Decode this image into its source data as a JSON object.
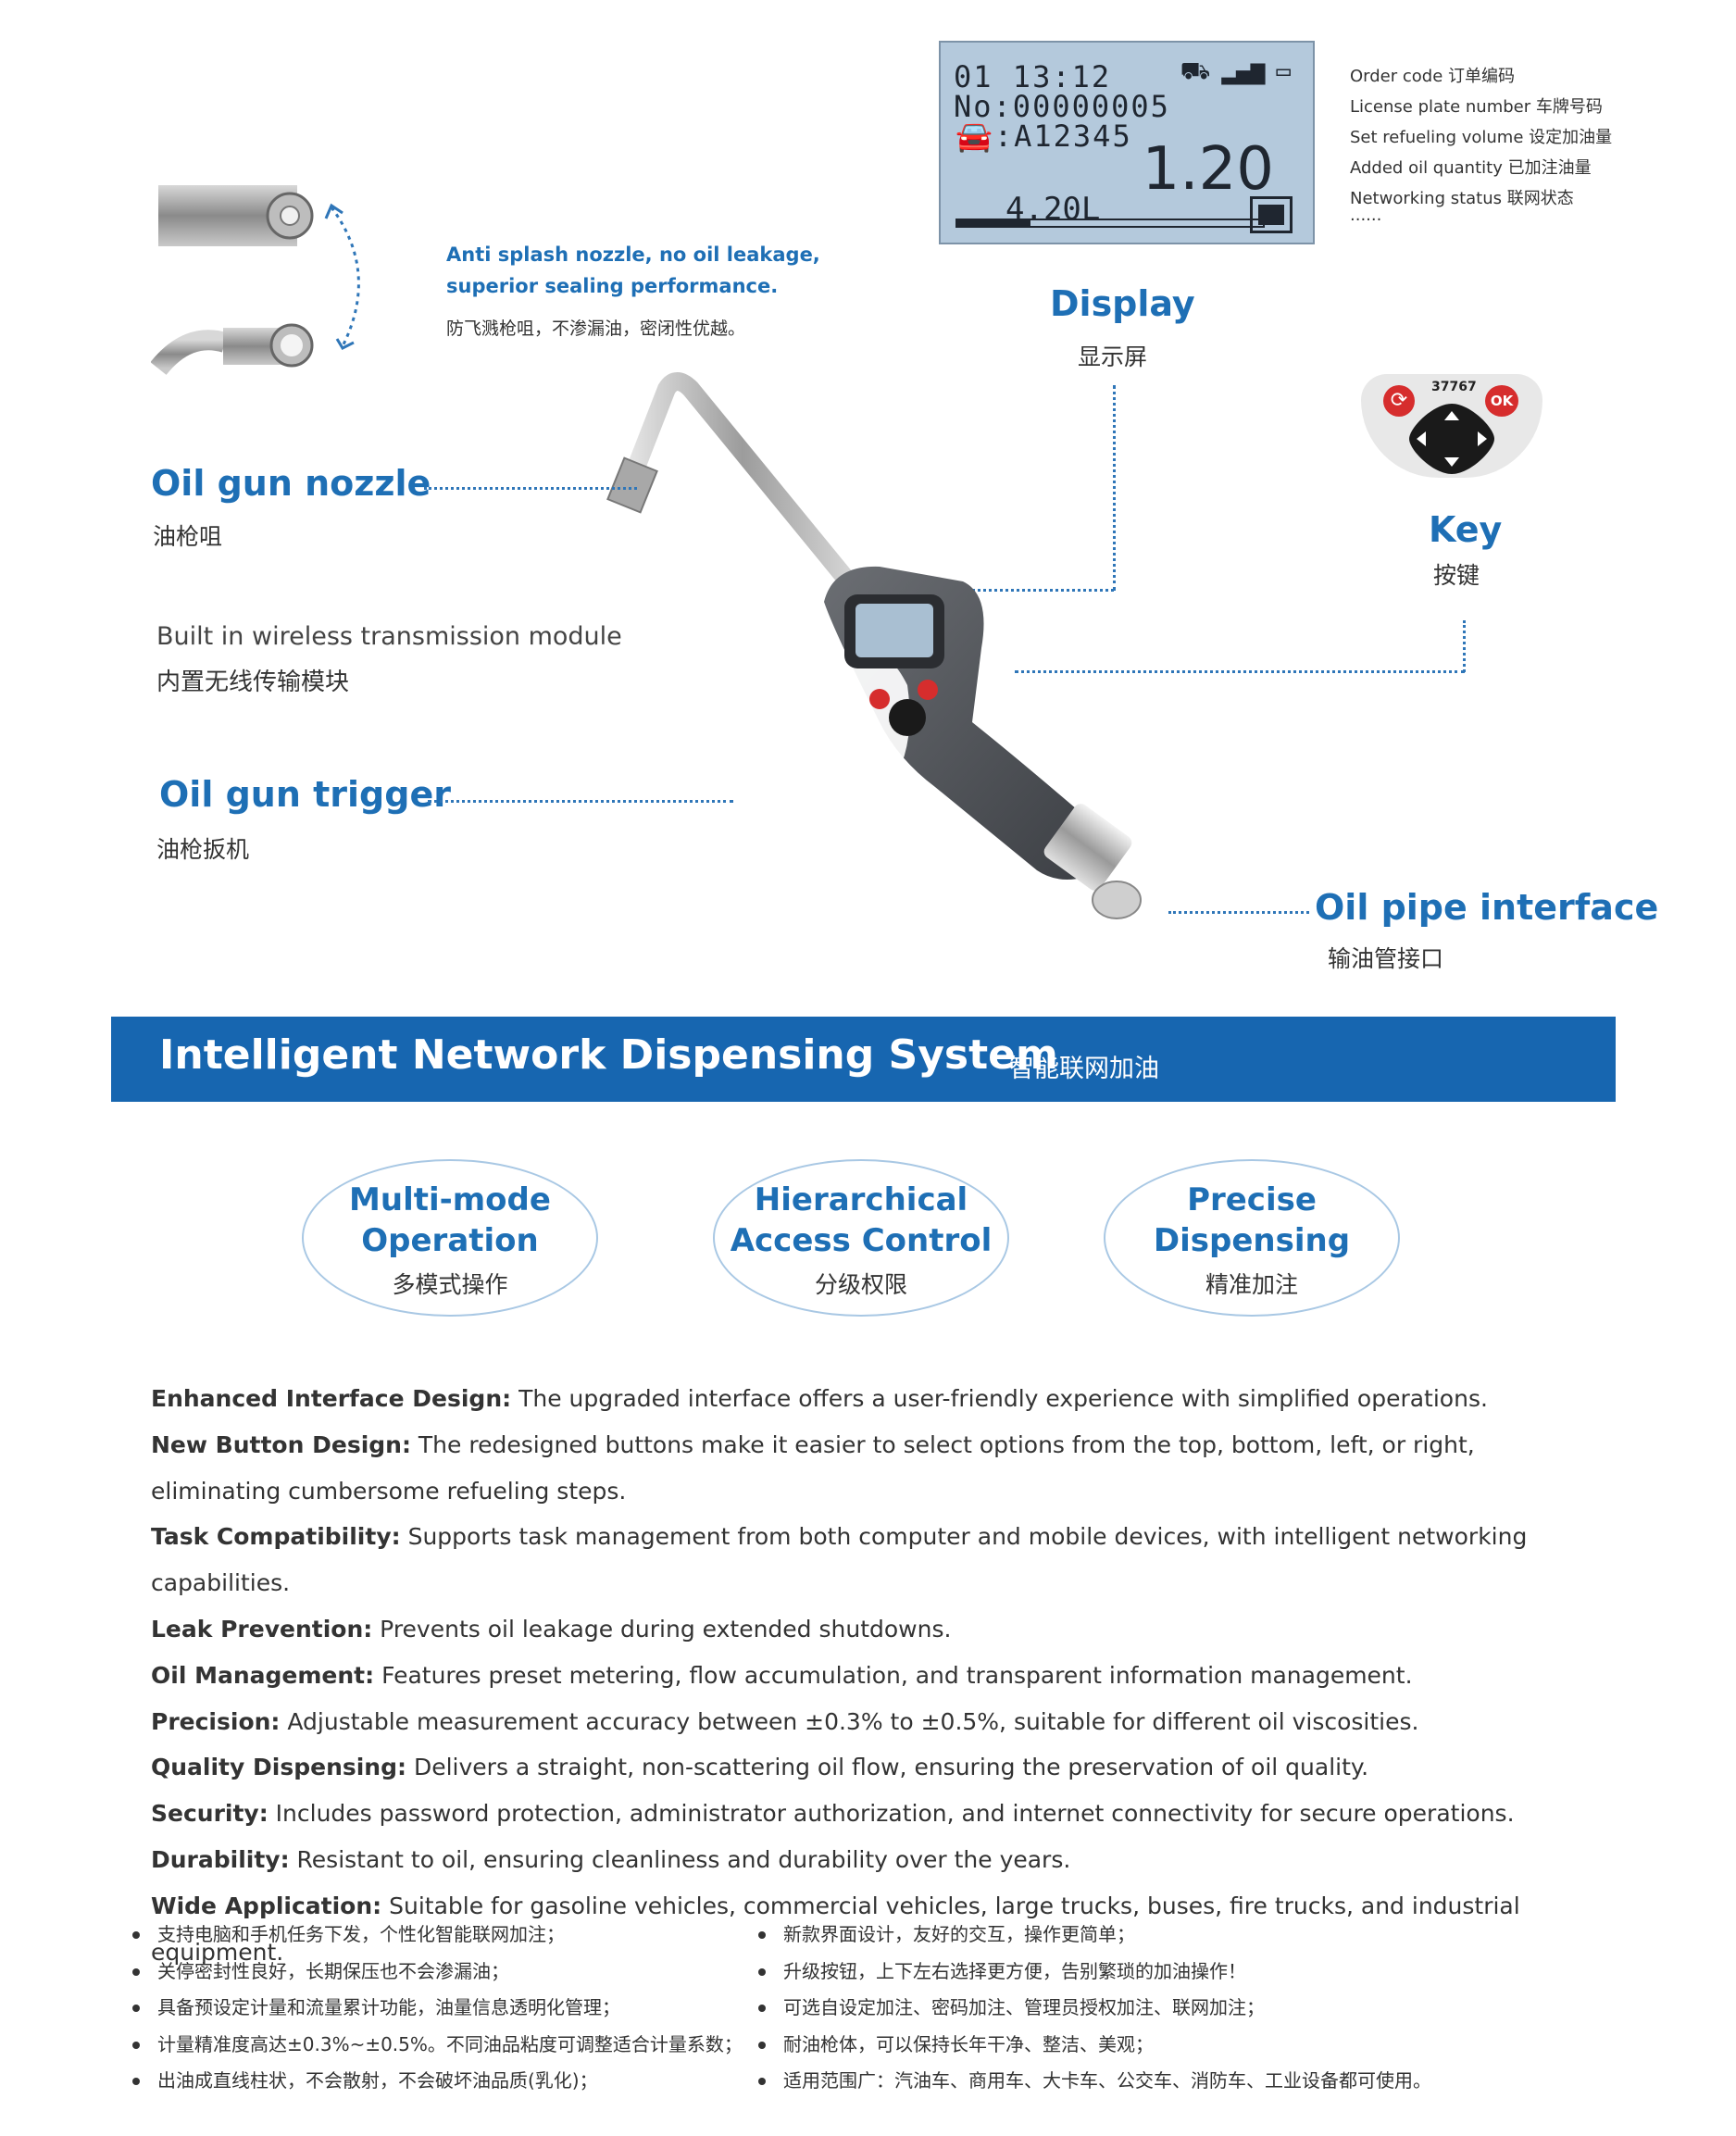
{
  "nozzle_callout": {
    "en_line1": "Anti splash nozzle, no oil leakage,",
    "en_line2": "superior sealing performance.",
    "cn": "防飞溅枪咀，不渗漏油，密闭性优越。"
  },
  "lcd": {
    "line1": "01  13:12",
    "line2": "No:00000005",
    "line3": ":A12345",
    "set_volume": "1.20",
    "added_volume": "4.20L",
    "fill_fraction": 0.24
  },
  "display_info": [
    "Order code  订单编码",
    "License plate number  车牌号码",
    "Set refueling volume  设定加油量",
    "Added oil quantity  已加注油量",
    "Networking status  联网状态",
    "······"
  ],
  "labels": {
    "display_en": "Display",
    "display_cn": "显示屏",
    "key_en": "Key",
    "key_cn": "按键",
    "key_code": "37767",
    "key_ok": "OK",
    "nozzle_en": "Oil gun nozzle",
    "nozzle_cn": "油枪咀",
    "wireless_en": "Built in wireless transmission module",
    "wireless_cn": "内置无线传输模块",
    "trigger_en": "Oil gun trigger",
    "trigger_cn": "油枪扳机",
    "pipe_en": "Oil pipe interface",
    "pipe_cn": "输油管接口"
  },
  "banner": {
    "title": "Intelligent Network Dispensing System",
    "sub": "智能联网加油"
  },
  "modes": [
    {
      "line1": "Multi-mode",
      "line2": "Operation",
      "cn": "多模式操作"
    },
    {
      "line1": "Hierarchical",
      "line2": "Access Control",
      "cn": "分级权限"
    },
    {
      "line1": "Precise",
      "line2": "Dispensing",
      "cn": "精准加注"
    }
  ],
  "features": [
    {
      "k": "Enhanced Interface Design:",
      "v": " The upgraded interface offers a user-friendly experience with simplified operations."
    },
    {
      "k": "New Button Design:",
      "v": " The redesigned buttons make it easier to select options from the top, bottom, left, or right, eliminating cumbersome refueling steps."
    },
    {
      "k": "Task Compatibility:",
      "v": " Supports task management from both computer and mobile devices, with intelligent networking capabilities."
    },
    {
      "k": "Leak Prevention:",
      "v": " Prevents oil leakage during extended shutdowns."
    },
    {
      "k": "Oil Management:",
      "v": " Features preset metering, flow accumulation, and transparent information management."
    },
    {
      "k": "Precision:",
      "v": " Adjustable measurement accuracy between ±0.3% to ±0.5%, suitable for different oil viscosities."
    },
    {
      "k": "Quality Dispensing:",
      "v": " Delivers a straight, non-scattering oil flow, ensuring the preservation of oil quality."
    },
    {
      "k": "Security:",
      "v": " Includes password protection, administrator authorization, and internet connectivity for secure operations."
    },
    {
      "k": "Durability:",
      "v": " Resistant to oil, ensuring cleanliness and durability over the years."
    },
    {
      "k": "Wide Application:",
      "v": " Suitable for gasoline vehicles, commercial vehicles, large trucks, buses, fire trucks, and industrial equipment."
    }
  ],
  "bullets_left": [
    "支持电脑和手机任务下发，个性化智能联网加注；",
    "关停密封性良好，长期保压也不会渗漏油；",
    "具备预设定计量和流量累计功能，油量信息透明化管理；",
    "计量精准度高达±0.3%~±0.5%。不同油品粘度可调整适合计量系数；",
    "出油成直线柱状，不会散射，不会破坏油品质(乳化)；"
  ],
  "bullets_right": [
    "新款界面设计，友好的交互，操作更简单；",
    "升级按钮，上下左右选择更方便，告别繁琐的加油操作！",
    "可选自设定加注、密码加注、管理员授权加注、联网加注；",
    "耐油枪体，可以保持长年干净、整洁、美观；",
    "适用范围广：汽油车、商用车、大卡车、公交车、消防车、工业设备都可使用。"
  ]
}
